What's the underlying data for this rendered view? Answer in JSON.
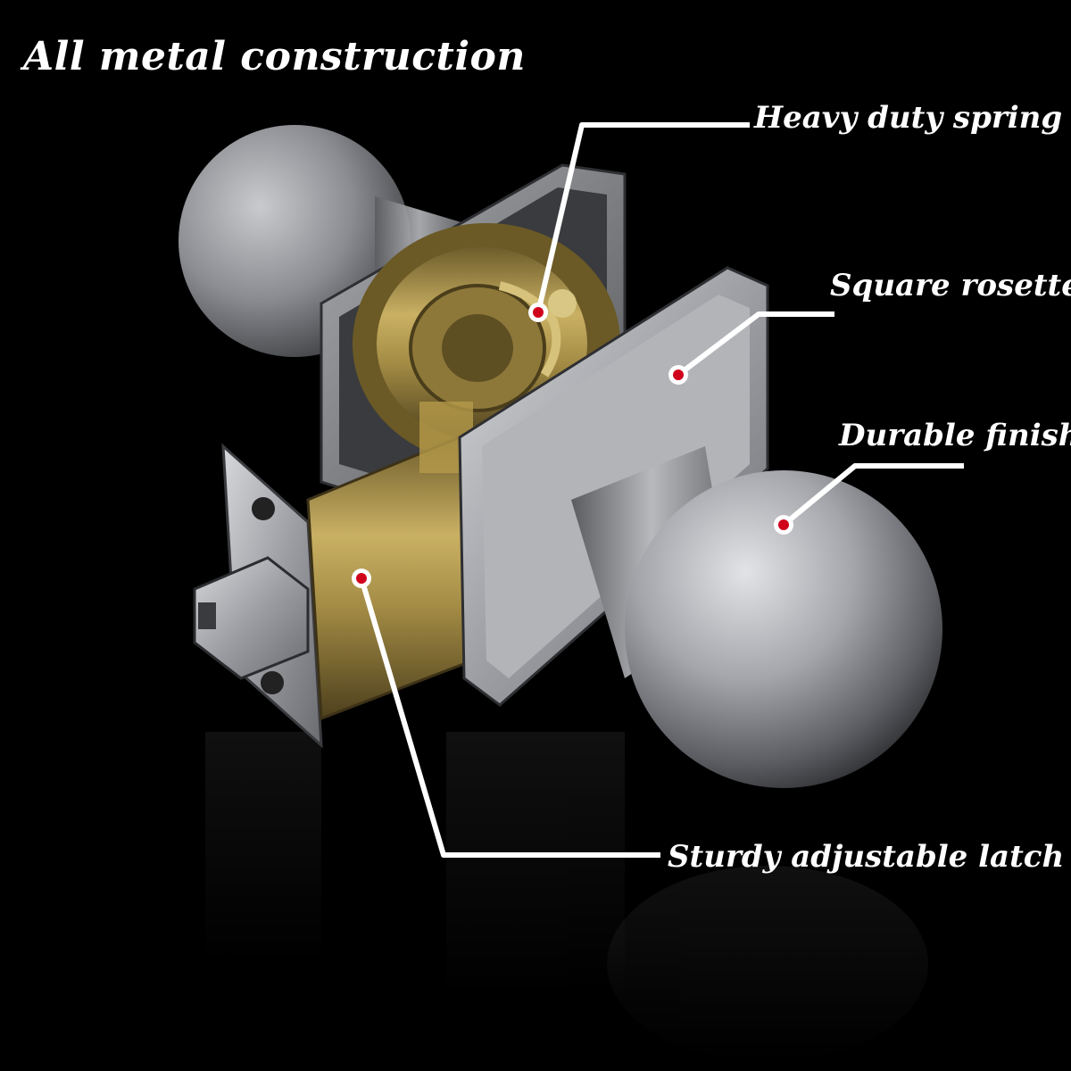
{
  "headline": "All metal construction",
  "callouts": {
    "spring": "Heavy duty spring",
    "rosette": "Square rosette",
    "finish": "Durable finish",
    "latch": "Sturdy adjustable latch"
  },
  "colors": {
    "background": "#000000",
    "label_text": "#ffffff",
    "marker_dot": "#d0021b",
    "leader_line": "#ffffff",
    "satin_nickel": "#b9bbbf",
    "brass": "#b59a4a"
  }
}
